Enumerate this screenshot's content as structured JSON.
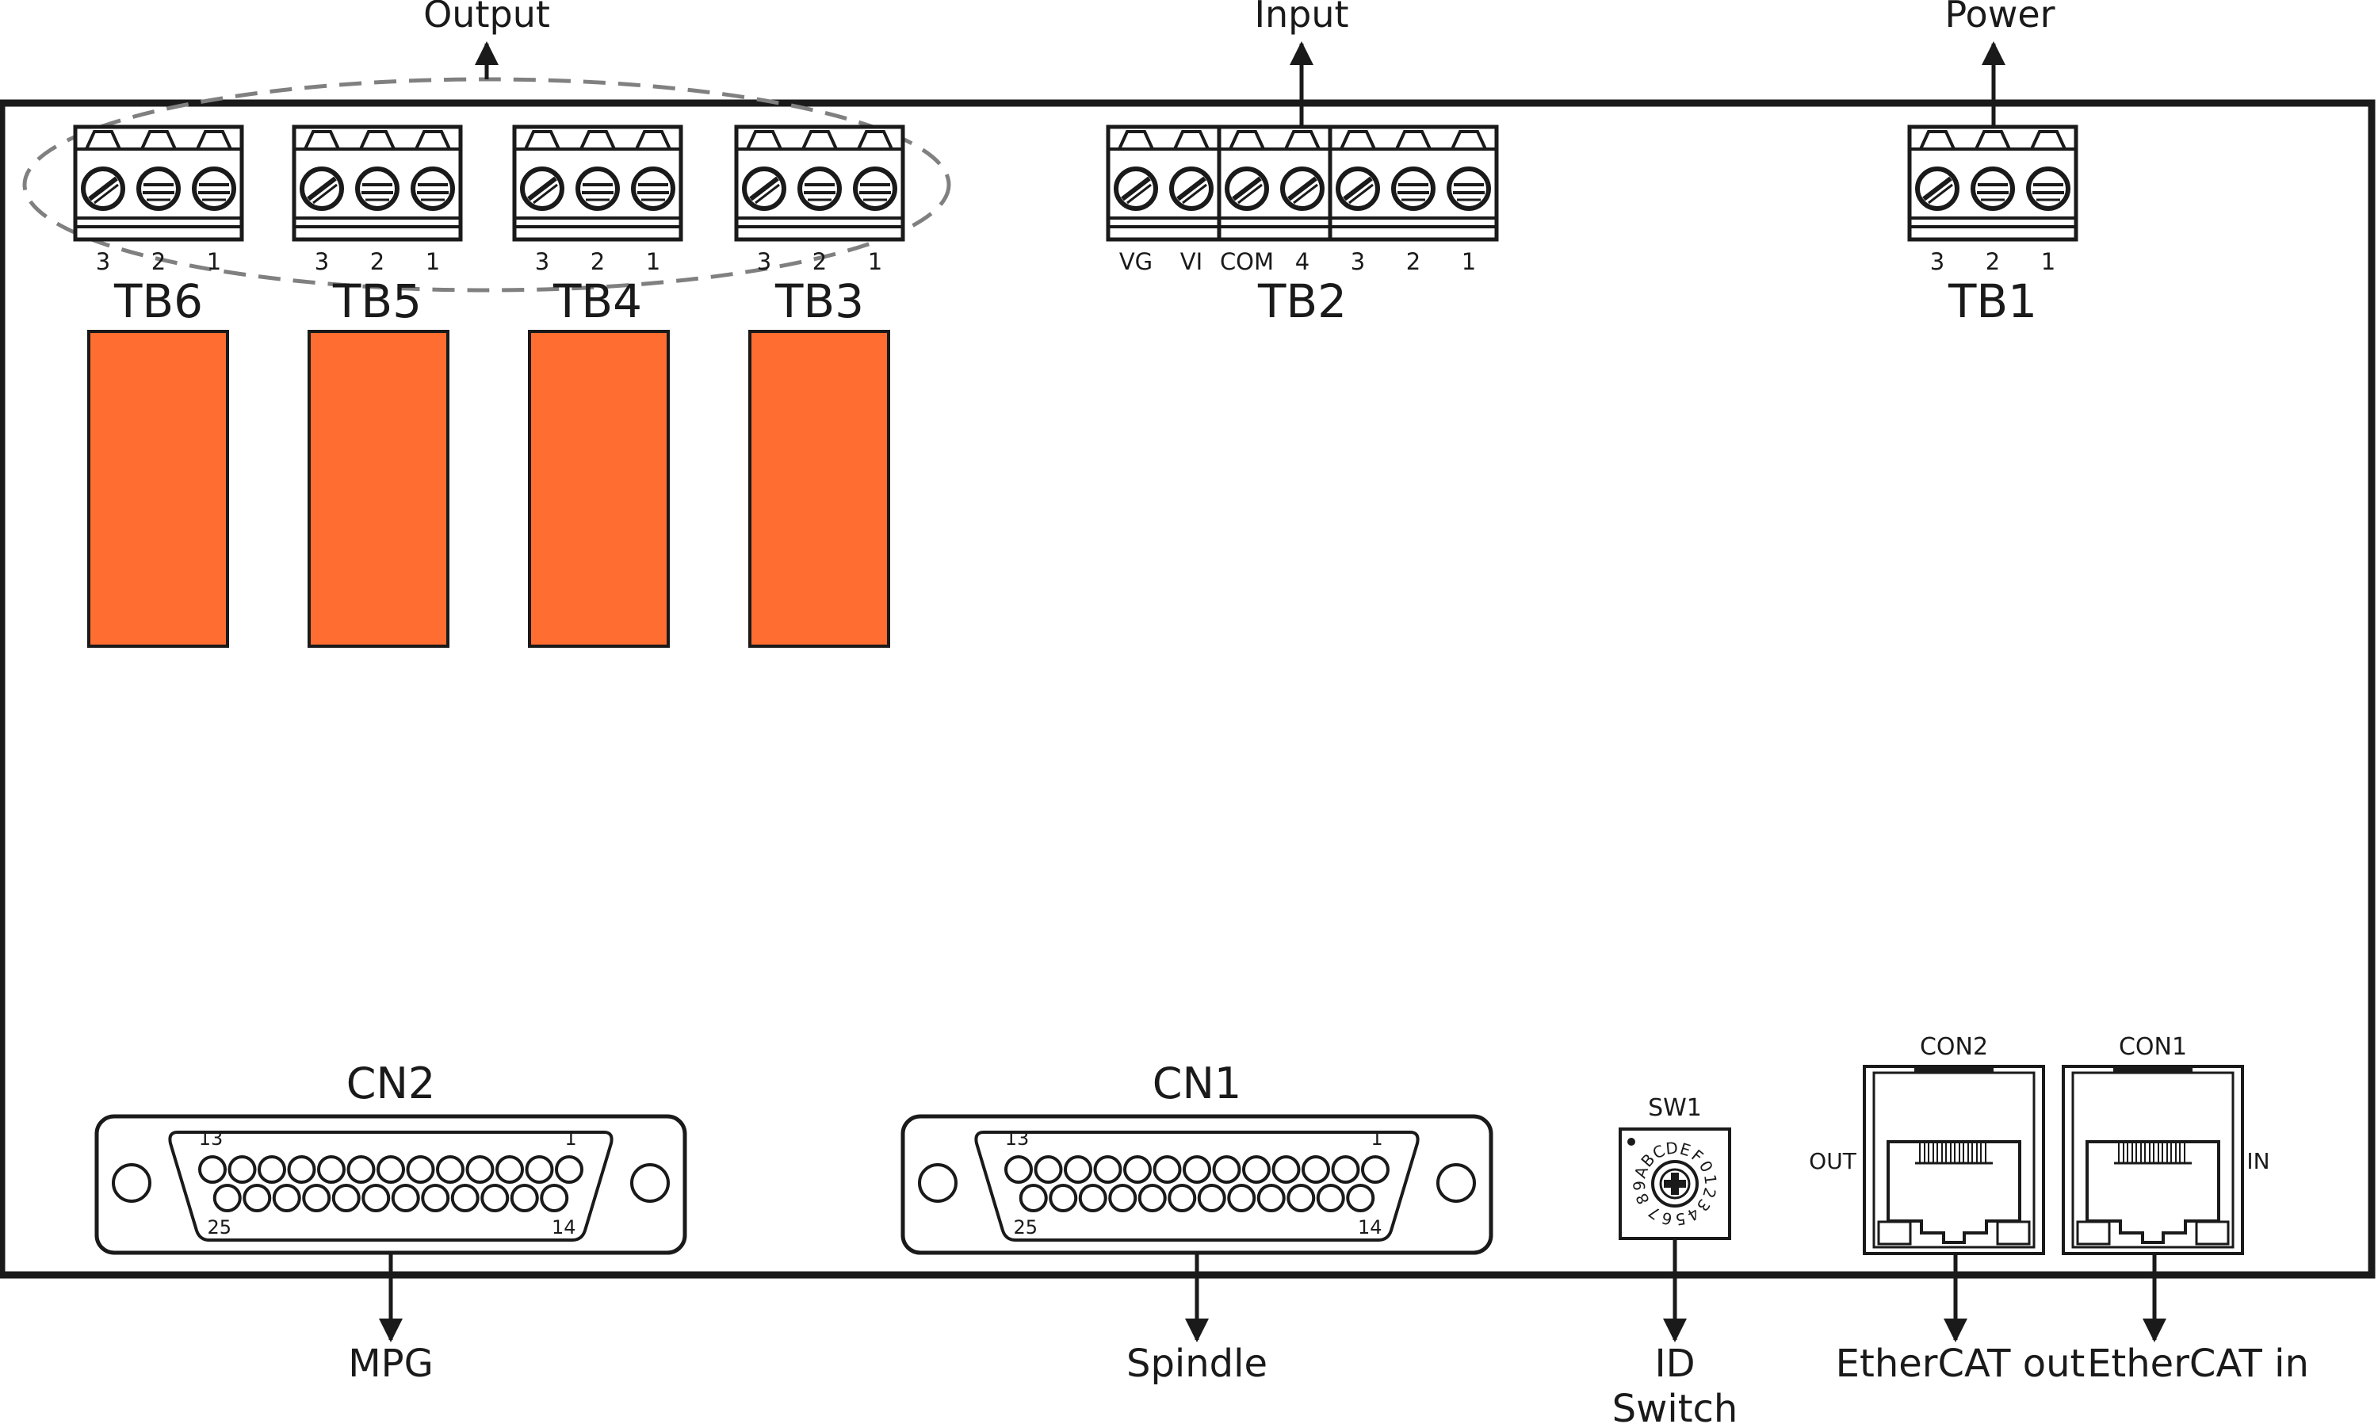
{
  "colors": {
    "line": "#1a1a1a",
    "relay": "#ff6d30",
    "dash": "#808080",
    "background": "#ffffff"
  },
  "callouts": {
    "output": "Output",
    "input": "Input",
    "power": "Power",
    "mpg": "MPG",
    "spindle": "Spindle",
    "id_switch_line1": "ID",
    "id_switch_line2": "Switch",
    "ethercat_out": "EtherCAT out",
    "ethercat_in": "EtherCAT in"
  },
  "terminal_blocks": [
    {
      "name": "TB6",
      "pins": [
        "3",
        "2",
        "1"
      ]
    },
    {
      "name": "TB5",
      "pins": [
        "3",
        "2",
        "1"
      ]
    },
    {
      "name": "TB4",
      "pins": [
        "3",
        "2",
        "1"
      ]
    },
    {
      "name": "TB3",
      "pins": [
        "3",
        "2",
        "1"
      ]
    },
    {
      "name": "TB2",
      "pins": [
        "VG",
        "VI",
        "COM",
        "4",
        "3",
        "2",
        "1"
      ]
    },
    {
      "name": "TB1",
      "pins": [
        "3",
        "2",
        "1"
      ]
    }
  ],
  "dsub_connectors": [
    {
      "name": "CN2",
      "pin_top_left": "13",
      "pin_top_right": "1",
      "pin_bottom_left": "25",
      "pin_bottom_right": "14"
    },
    {
      "name": "CN1",
      "pin_top_left": "13",
      "pin_top_right": "1",
      "pin_bottom_left": "25",
      "pin_bottom_right": "14"
    }
  ],
  "rotary_switch": {
    "name": "SW1",
    "dial_text": "89ABCDEF01234567"
  },
  "rj45_ports": [
    {
      "name": "CON2",
      "side_label": "OUT"
    },
    {
      "name": "CON1",
      "side_label": "IN"
    }
  ]
}
